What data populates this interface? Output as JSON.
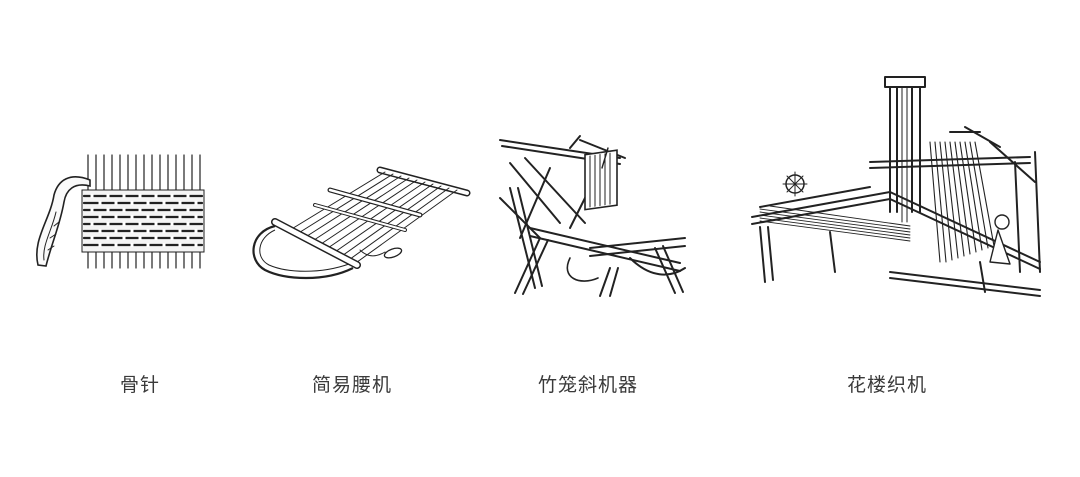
{
  "tools": [
    {
      "id": "bone-needle",
      "label": "骨针"
    },
    {
      "id": "simple-waist-loom",
      "label": "简易腰机"
    },
    {
      "id": "bamboo-cage-slanted-loom",
      "label": "竹笼斜机器"
    },
    {
      "id": "drawloom",
      "label": "花楼织机"
    }
  ],
  "style": {
    "caption_color": "#3a3a3a",
    "line_color": "#222222",
    "background": "#ffffff"
  }
}
